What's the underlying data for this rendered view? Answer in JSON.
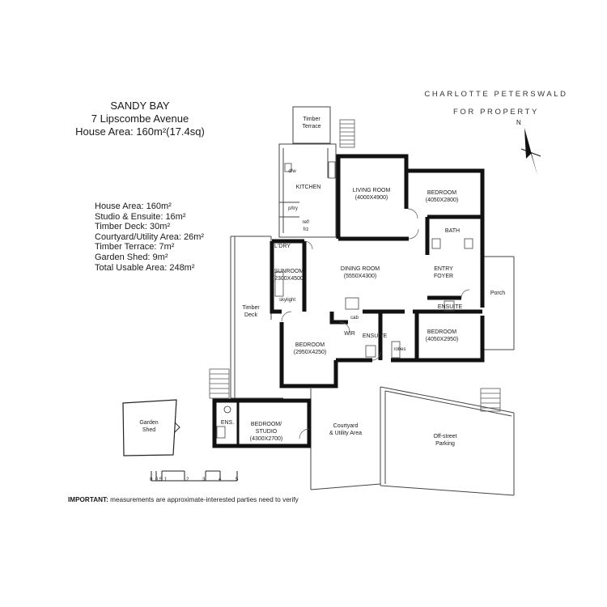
{
  "header": {
    "suburb": "SANDY BAY",
    "address": "7 Lipscombe Avenue",
    "house_area": "House Area: 160m²(17.4sq)"
  },
  "brand": {
    "line1": "CHARLOTTE PETERSWALD",
    "line2": "FOR PROPERTY"
  },
  "areas": [
    "House Area: 160m²",
    "Studio & Ensuite: 16m²",
    "Timber Deck: 30m²",
    "Courtyard/Utility Area: 26m²",
    "Timber Terrace: 7m²",
    "Garden Shed: 9m²",
    "Total Usable Area: 248m²"
  ],
  "compass": {
    "label": "N",
    "icon": "north-arrow-icon"
  },
  "rooms": {
    "timber_terrace": [
      "Timber",
      "Terrace"
    ],
    "kitchen": "KITCHEN",
    "dw": "d/w",
    "pantry": "p/try",
    "fridge": [
      "ref/",
      "frz"
    ],
    "living": [
      "LIVING ROOM",
      "(4000X4900)"
    ],
    "bedroom1": [
      "BEDROOM",
      "(4050X2800)"
    ],
    "bath": "BATH",
    "laundry": "L'DRY",
    "sunroom": [
      "SUNROOM",
      "(2300X4500)"
    ],
    "skylight": "skylight",
    "dining": [
      "DINING ROOM",
      "(5550X4300)"
    ],
    "entry": [
      "ENTRY",
      "FOYER"
    ],
    "porch": "Porch",
    "ensuite_main": "ENSUITE",
    "cab": "cab",
    "wir": "WIR",
    "ensuite2": "ENSUITE",
    "bedroom3": [
      "BEDROOM",
      "(4050X2950)"
    ],
    "robes": "robes",
    "bedroom2": [
      "BEDROOM",
      "(2950X4250)"
    ],
    "timber_deck": [
      "Timber",
      "Deck"
    ],
    "garden_shed": [
      "Garden",
      "Shed"
    ],
    "ens": "ENS.",
    "studio": [
      "BEDROOM/",
      "STUDIO",
      "(4300X2700)"
    ],
    "courtyard": [
      "Courtyard",
      "& Utility Area"
    ],
    "parking": [
      "Off-street",
      "Parking"
    ]
  },
  "scale": [
    "0",
    "0.5",
    "1",
    "2",
    "3",
    "4",
    "5"
  ],
  "disclaimer": {
    "bold": "IMPORTANT:",
    "text": " measurements are approximate-interested parties need to verify"
  }
}
